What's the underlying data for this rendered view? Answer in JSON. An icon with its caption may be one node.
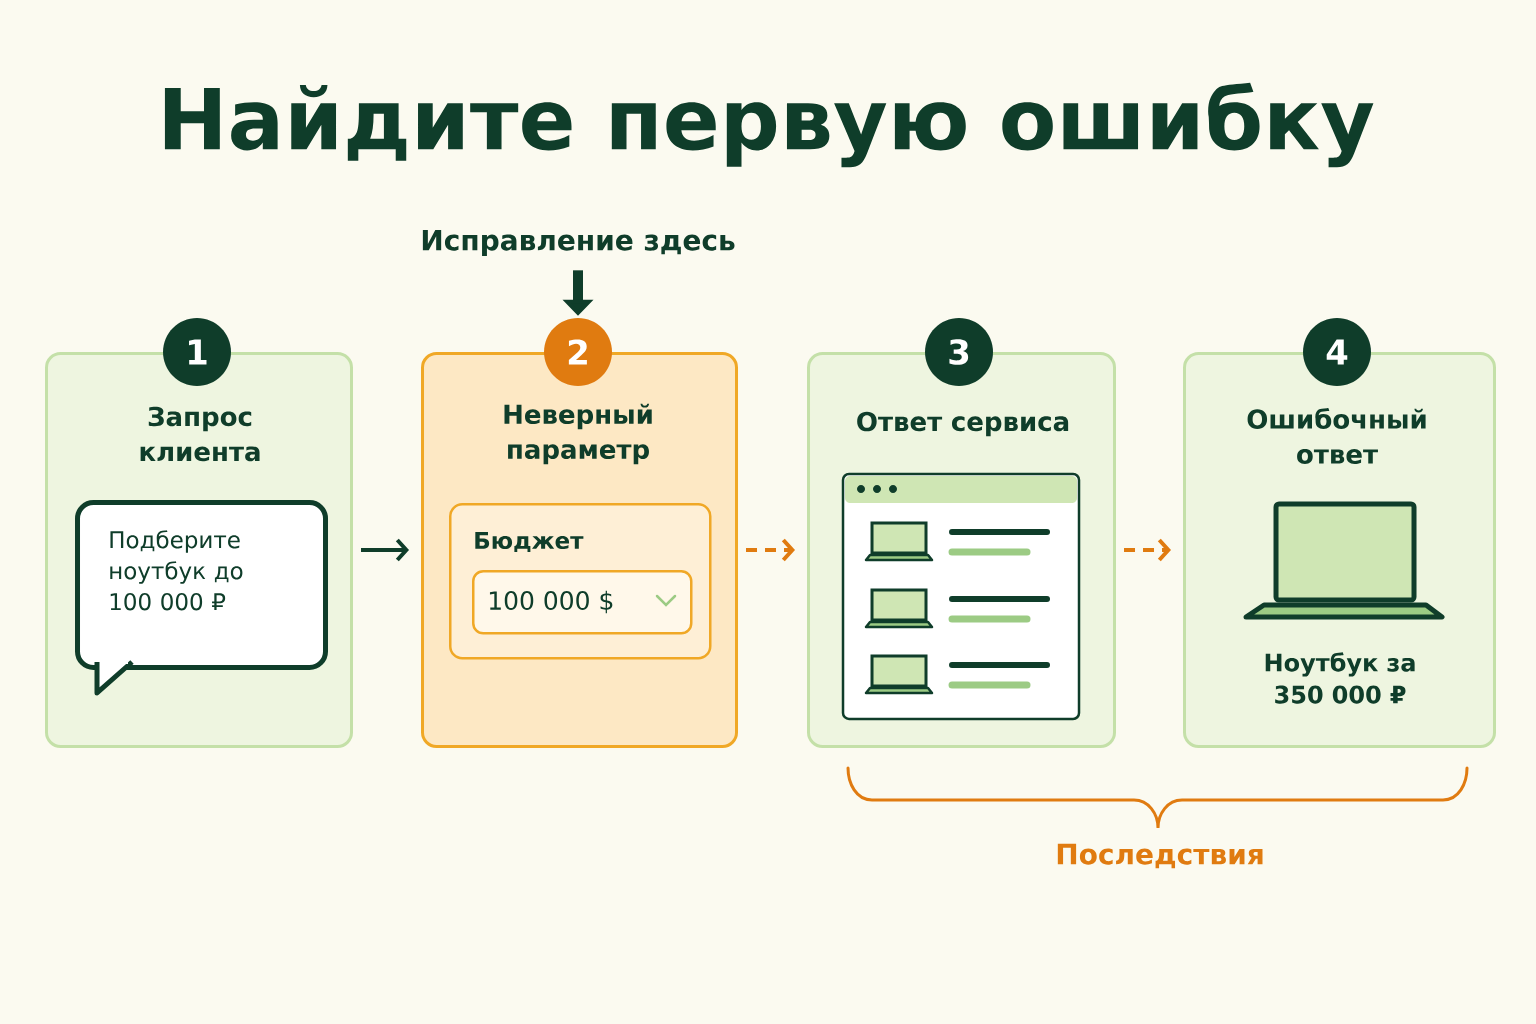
{
  "diagram": {
    "title": "Найдите первую ошибку",
    "nodes": [
      {
        "text": [
          "Исправление здесь"
        ]
      },
      {
        "text": [
          "1"
        ]
      },
      {
        "text": [
          "Запрос клиента"
        ]
      },
      {
        "text": [
          "Подберите ноутбук до 100 000 ₽"
        ],
        "in": 2
      },
      {
        "text": [
          "2"
        ]
      },
      {
        "text": [
          "Неверный параметр"
        ]
      },
      {
        "text": [
          "Бюджет"
        ],
        "in": 5
      },
      {
        "text": [
          "100 000 $"
        ],
        "in": 6
      },
      {
        "text": [
          "3"
        ]
      },
      {
        "text": [
          "Ответ сервиса"
        ]
      },
      {
        "text": [
          "4"
        ]
      },
      {
        "text": [
          "Ошибочный ответ",
          "Ноутбук за 350 000 ₽"
        ]
      }
    ],
    "edges": [
      {
        "from": 0,
        "to": 4,
        "arrow": "to",
        "style": "thick"
      },
      {
        "from": 2,
        "to": 5,
        "arrow": "to"
      },
      {
        "from": 5,
        "to": 9,
        "arrow": "to",
        "style": "dashed",
        "color": "#e07b10"
      },
      {
        "from": 9,
        "to": 11,
        "arrow": "to",
        "style": "dashed",
        "color": "#e07b10"
      }
    ],
    "labels": [
      "Последствия"
    ]
  }
}
